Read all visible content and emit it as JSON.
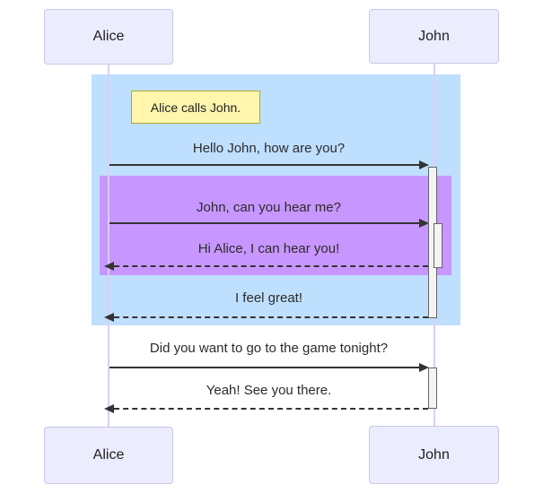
{
  "diagram_type": "sequence-diagram",
  "actors": {
    "alice": "Alice",
    "john": "John"
  },
  "note": {
    "text": "Alice calls John."
  },
  "messages": [
    {
      "text": "Hello John, how are you?",
      "style": "solid",
      "from": "Alice",
      "to": "John"
    },
    {
      "text": "John, can you hear me?",
      "style": "solid",
      "from": "Alice",
      "to": "John"
    },
    {
      "text": "Hi Alice, I can hear you!",
      "style": "dashed",
      "from": "John",
      "to": "Alice"
    },
    {
      "text": "I feel great!",
      "style": "dashed",
      "from": "John",
      "to": "Alice"
    },
    {
      "text": "Did you want to go to the game tonight?",
      "style": "solid",
      "from": "Alice",
      "to": "John"
    },
    {
      "text": "Yeah! See you there.",
      "style": "dashed",
      "from": "John",
      "to": "Alice"
    }
  ],
  "colors": {
    "outer_highlight": "#BFDFFF",
    "inner_highlight": "#C896FF",
    "note_fill": "#FFF5AD",
    "note_border": "#AAAA33",
    "actor_fill": "#ECECFF",
    "actor_border": "#CBC5E5",
    "activation_fill": "#F4F4F4",
    "activation_border": "#666666",
    "lifeline": "#D9CFF2",
    "arrow_and_text": "#333333"
  }
}
